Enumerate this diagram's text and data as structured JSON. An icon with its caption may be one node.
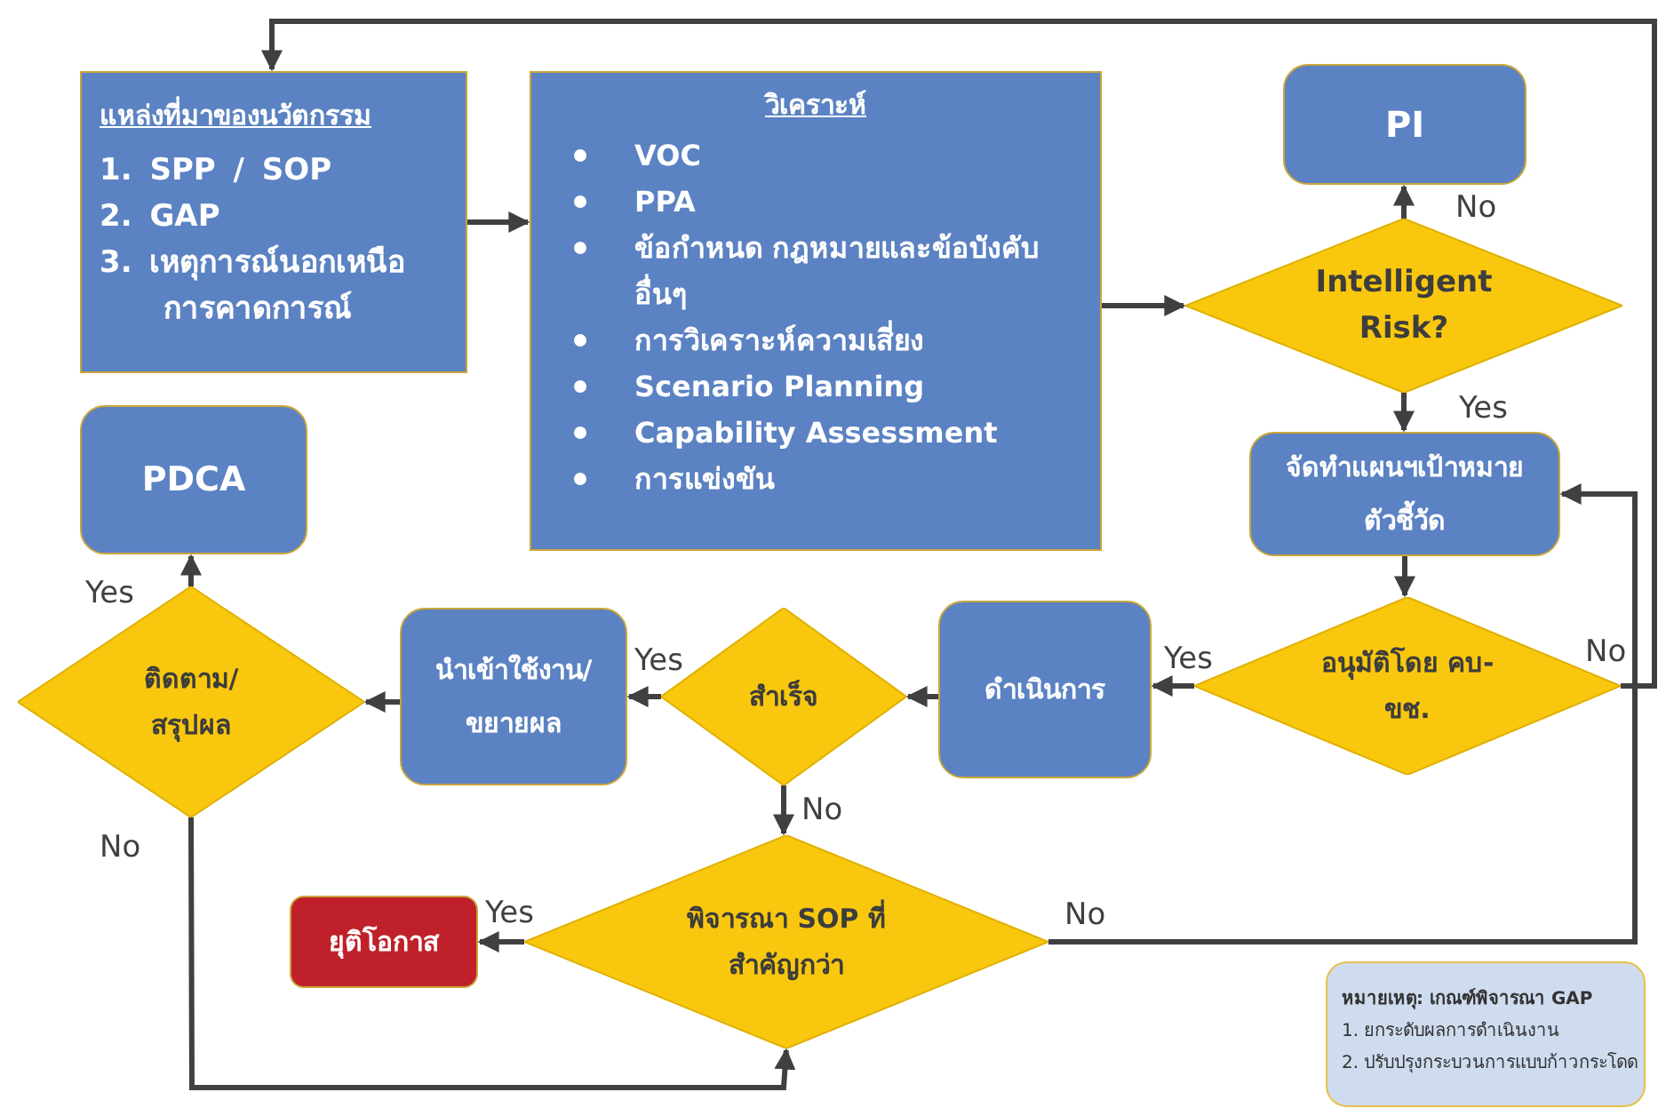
{
  "diagram": {
    "nodes": [
      {
        "text": [
          "แหล่งที่มาของนวัตกรรม",
          "1. SPP / SOP",
          "2. GAP",
          "3. เหตุการณ์นอกเหนือการคาดการณ์"
        ]
      },
      {
        "text": [
          "วิเคราะห์",
          "VOC",
          "PPA",
          "ข้อกำหนด กฎหมายและข้อบังคับอื่นๆ",
          "การวิเคราะห์ความเสี่ยง",
          "Scenario Planning",
          "Capability Assessment",
          "การแข่งขัน"
        ]
      },
      {
        "text": [
          "PI"
        ]
      },
      {
        "text": [
          "Intelligent Risk?"
        ]
      },
      {
        "text": [
          "จัดทำแผนฯเป้าหมาย ตัวชี้วัด"
        ]
      },
      {
        "text": [
          "อนุมัติโดย คบ-ขช."
        ]
      },
      {
        "text": [
          "ดำเนินการ"
        ]
      },
      {
        "text": [
          "สำเร็จ"
        ]
      },
      {
        "text": [
          "นำเข้าใช้งาน/ขยายผล"
        ]
      },
      {
        "text": [
          "ติดตาม/สรุปผล"
        ]
      },
      {
        "text": [
          "PDCA"
        ]
      },
      {
        "text": [
          "พิจารณา SOP ที่สำคัญกว่า"
        ]
      },
      {
        "text": [
          "ยุติโอกาส"
        ]
      },
      {
        "text": [
          "หมายเหตุ: เกณฑ์พิจารณา GAP",
          "1. ยกระดับผลการดำเนินงาน",
          "2. ปรับปรุงกระบวนการแบบก้าวกระโดด"
        ]
      }
    ],
    "edges": [
      {
        "from": 0,
        "to": 1,
        "arrow": "to"
      },
      {
        "from": 1,
        "to": 3,
        "arrow": "to"
      },
      {
        "from": 3,
        "to": 2,
        "arrow": "to",
        "label": "No"
      },
      {
        "from": 3,
        "to": 4,
        "arrow": "to",
        "label": "Yes"
      },
      {
        "from": 4,
        "to": 5,
        "arrow": "to"
      },
      {
        "from": 5,
        "to": 6,
        "arrow": "to",
        "label": "Yes"
      },
      {
        "from": 5,
        "to": 0,
        "arrow": "to",
        "label": "No"
      },
      {
        "from": 6,
        "to": 7,
        "arrow": "to"
      },
      {
        "from": 7,
        "to": 8,
        "arrow": "to",
        "label": "Yes"
      },
      {
        "from": 7,
        "to": 11,
        "arrow": "to",
        "label": "No"
      },
      {
        "from": 8,
        "to": 9,
        "arrow": "to"
      },
      {
        "from": 9,
        "to": 10,
        "arrow": "to",
        "label": "Yes"
      },
      {
        "from": 9,
        "to": 11,
        "arrow": "to",
        "label": "No"
      },
      {
        "from": 11,
        "to": 12,
        "arrow": "to",
        "label": "Yes"
      },
      {
        "from": 11,
        "to": 4,
        "arrow": "to",
        "label": "No"
      }
    ]
  }
}
